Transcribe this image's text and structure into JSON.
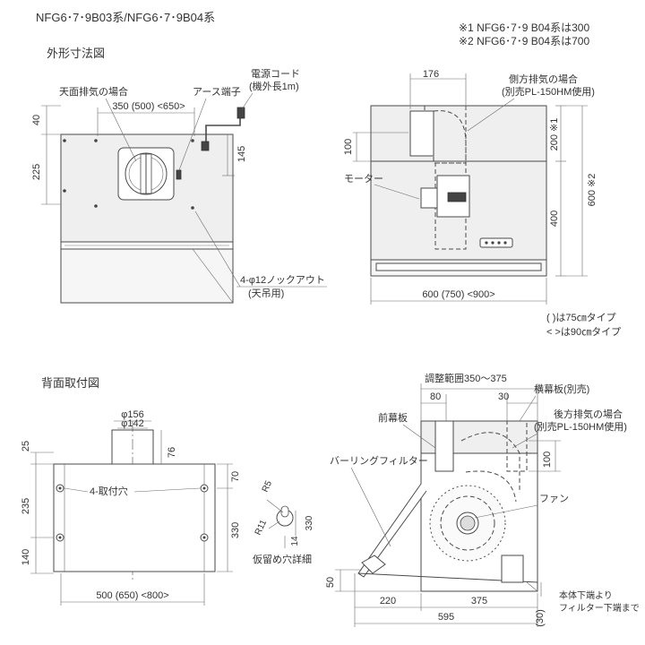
{
  "header": {
    "title": "NFG6･7･9B03系/NFG6･7･9B04系",
    "note1": "※1 NFG6･7･9 B04系は300",
    "note2": "※2 NFG6･7･9 B04系は700"
  },
  "section1": {
    "title": "外形寸法図"
  },
  "section2": {
    "title": "背面取付図"
  },
  "front": {
    "top_exhaust": "天面排気の場合",
    "width_dim": "350 (500) <650>",
    "earth": "アース端子",
    "cord1": "電源コード",
    "cord2": "(機外長1m)",
    "dim_40": "40",
    "dim_225": "225",
    "dim_145": "145",
    "knock1": "4-φ12ノックアウト",
    "knock2": "(天吊用)"
  },
  "side": {
    "dim_176": "176",
    "side_exhaust1": "側方排気の場合",
    "side_exhaust2": "(別売PL-150HM使用)",
    "dim_100": "100",
    "dim_200": "200 ※1",
    "dim_600": "600 ※2",
    "dim_400": "400",
    "motor": "モーター",
    "width_dim": "600 (750) <900>",
    "legend1": "(  )は75㎝タイプ",
    "legend2": "<  >は90㎝タイプ"
  },
  "rear": {
    "phi156": "φ156",
    "phi142": "φ142",
    "dim_76": "76",
    "dim_25": "25",
    "dim_235": "235",
    "dim_140": "140",
    "dim_70": "70",
    "dim_330": "330",
    "holes": "4-取付穴",
    "r5": "R5",
    "r11": "R11",
    "dim_14": "14",
    "dim_330b": "330",
    "detail": "仮留め穴詳細",
    "width_dim": "500 (650) <800>"
  },
  "section": {
    "adjust": "調整範囲350～375",
    "dim_80": "80",
    "dim_30": "30",
    "front_plate": "前幕板",
    "side_plate": "横幕板(別売)",
    "rear1": "後方排気の場合",
    "rear2": "(別売PL-150HM使用)",
    "dim_100": "100",
    "filter": "バーリングフィルター",
    "fan": "ファン",
    "dim_50": "50",
    "dim_220": "220",
    "dim_375": "375",
    "dim_595": "595",
    "dim_30b": "(30)",
    "bottom1": "本体下端より",
    "bottom2": "フィルター下端まで"
  }
}
